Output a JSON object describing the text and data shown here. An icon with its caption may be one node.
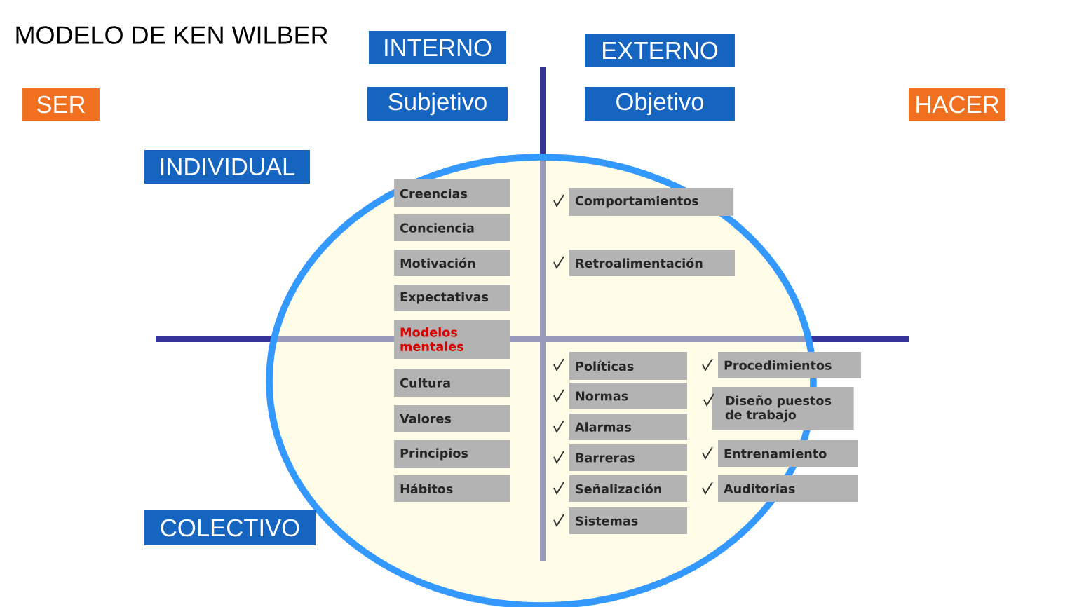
{
  "diagram": {
    "title": "MODELO DE KEN WILBER",
    "nodes": [
      {
        "text": [
          "INTERNO"
        ]
      },
      {
        "text": [
          "EXTERNO"
        ]
      },
      {
        "text": [
          "Subjetivo"
        ]
      },
      {
        "text": [
          "Objetivo"
        ]
      },
      {
        "text": [
          "SER"
        ]
      },
      {
        "text": [
          "HACER"
        ]
      },
      {
        "text": [
          "INDIVIDUAL"
        ]
      },
      {
        "text": [
          "COLECTIVO"
        ]
      },
      {
        "text": [
          "Creencias"
        ]
      },
      {
        "text": [
          "Conciencia"
        ]
      },
      {
        "text": [
          "Motivación"
        ]
      },
      {
        "text": [
          "Expectativas"
        ]
      },
      {
        "text": [
          "Modelos mentales"
        ]
      },
      {
        "text": [
          "Cultura"
        ]
      },
      {
        "text": [
          "Valores"
        ]
      },
      {
        "text": [
          "Principios"
        ]
      },
      {
        "text": [
          "Hábitos"
        ]
      },
      {
        "text": [
          "Comportamientos"
        ]
      },
      {
        "text": [
          "Retroalimentación"
        ]
      },
      {
        "text": [
          "Políticas"
        ]
      },
      {
        "text": [
          "Procedimientos"
        ]
      },
      {
        "text": [
          "Normas"
        ]
      },
      {
        "text": [
          "Diseño puestos de trabajo"
        ]
      },
      {
        "text": [
          "Alarmas"
        ]
      },
      {
        "text": [
          "Entrenamiento"
        ]
      },
      {
        "text": [
          "Barreras"
        ]
      },
      {
        "text": [
          "Auditorias"
        ]
      },
      {
        "text": [
          "Señalización"
        ]
      },
      {
        "text": [
          "Sistemas"
        ]
      }
    ]
  }
}
